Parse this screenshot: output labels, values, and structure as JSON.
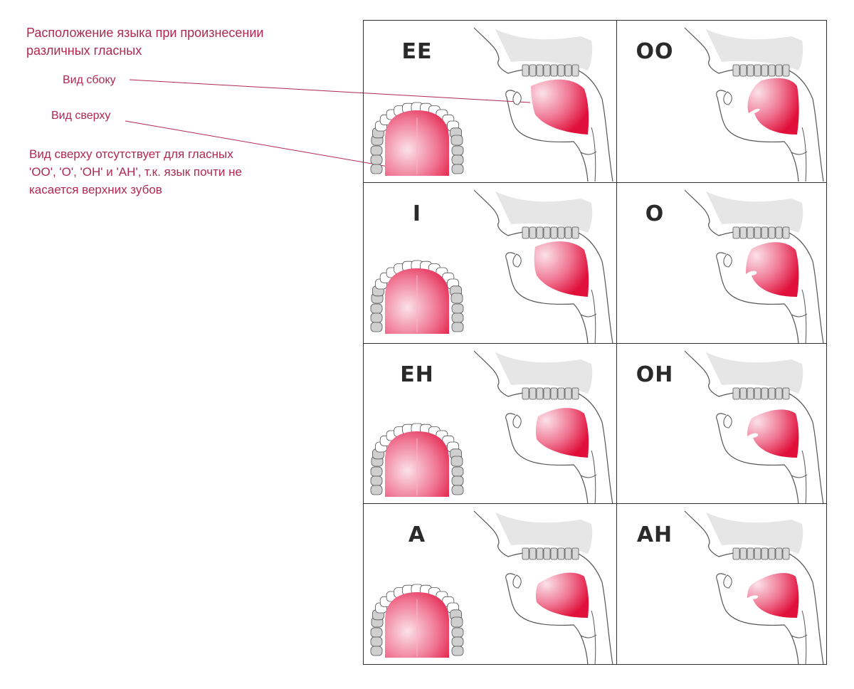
{
  "title": "Расположение языка при произнесении различных гласных",
  "labels": {
    "side_view": "Вид сбоку",
    "top_view": "Вид сверху",
    "note": "Вид сверху отсутствует для гласных 'OO', 'O', 'OH' и 'AH', т.к. язык почти не касается верхних зубов"
  },
  "colors": {
    "accent": "#b0284f",
    "tongue_dark": "#e0103a",
    "tongue_light": "#fbe2e8",
    "teeth": "#d9d9d9",
    "outline": "#555555"
  },
  "vowels": [
    {
      "label": "EE",
      "has_top_view": true
    },
    {
      "label": "OO",
      "has_top_view": false
    },
    {
      "label": "I",
      "has_top_view": true
    },
    {
      "label": "O",
      "has_top_view": false
    },
    {
      "label": "EH",
      "has_top_view": true
    },
    {
      "label": "OH",
      "has_top_view": false
    },
    {
      "label": "A",
      "has_top_view": true
    },
    {
      "label": "AH",
      "has_top_view": false
    }
  ]
}
